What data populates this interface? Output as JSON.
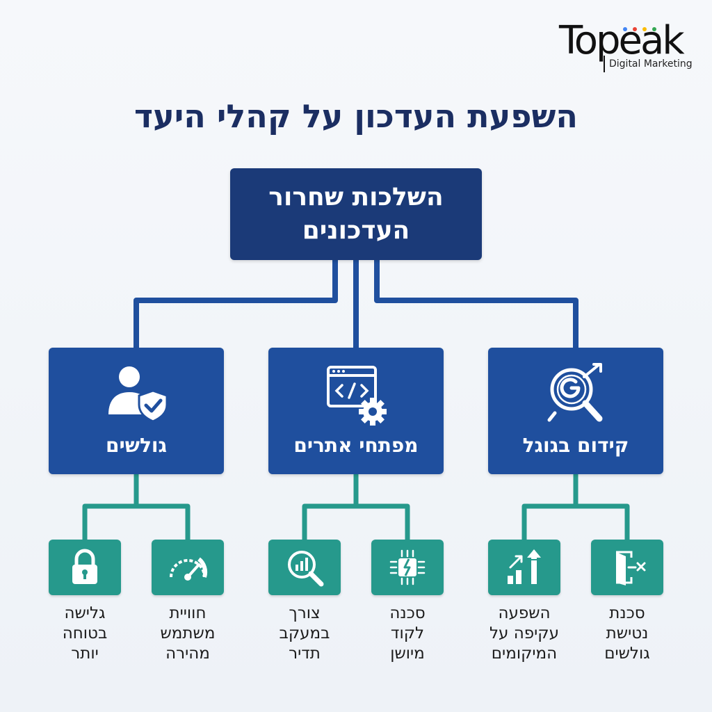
{
  "logo": {
    "wordmark": "Topeak",
    "tagline": "Digital Marketing",
    "dot_colors": [
      "#4285F4",
      "#EA4335",
      "#FBBC05",
      "#34A853"
    ]
  },
  "title": "השפעת העדכון על קהלי היעד",
  "root": {
    "label": "השלכות שחרור העדכונים"
  },
  "colors": {
    "title": "#1b2e62",
    "root_box": "#1b3a78",
    "category_box": "#1f4f9e",
    "category_connector": "#1f4f9e",
    "leaf_box": "#26998c",
    "leaf_connector": "#26998c"
  },
  "categories": [
    {
      "label": "קידום בגוגל",
      "icon": "google-search-target-icon",
      "children": [
        {
          "label": "השפעה\nעקיפה על\nהמיקומים",
          "icon": "growth-arrows-chart-icon"
        },
        {
          "label": "סכנת\nנטישת\nגולשים",
          "icon": "exit-door-icon"
        }
      ]
    },
    {
      "label": "מפתחי אתרים",
      "icon": "code-window-gear-icon",
      "children": [
        {
          "label": "צורך\nבמעקב\nתדיר",
          "icon": "magnifier-chart-icon"
        },
        {
          "label": "סכנה\nלקוד\nמיושן",
          "icon": "broken-chip-icon"
        }
      ]
    },
    {
      "label": "גולשים",
      "icon": "user-shield-icon",
      "children": [
        {
          "label": "חוויית\nמשתמש\nמהירה",
          "icon": "speedometer-icon"
        },
        {
          "label": "גלישה\nבטוחה\nיותר",
          "icon": "padlock-icon"
        }
      ]
    }
  ]
}
